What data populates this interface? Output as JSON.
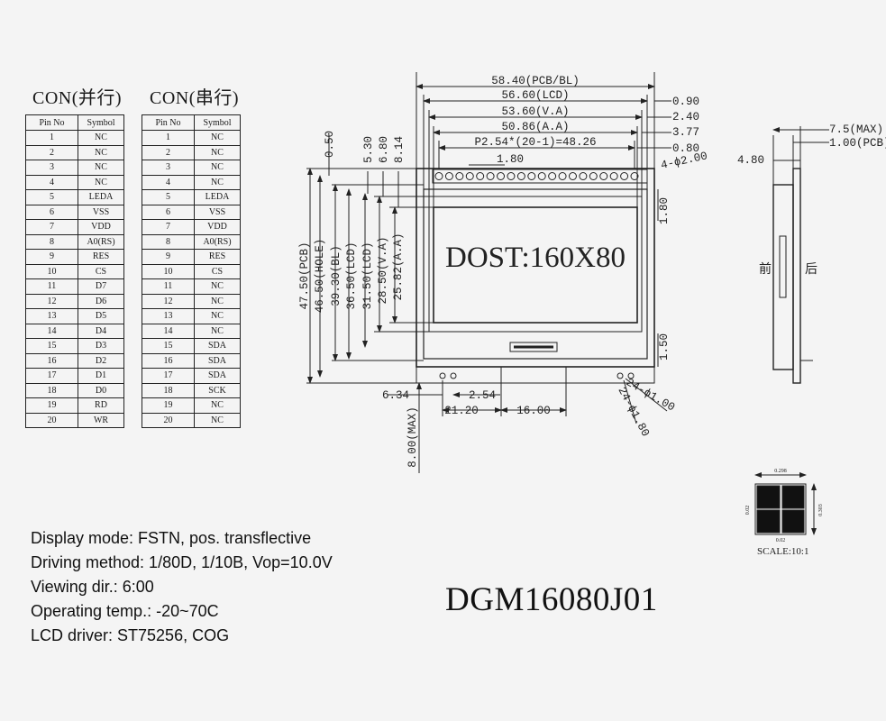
{
  "tables": [
    {
      "title": "CON(并行)",
      "headers": [
        "Pin No",
        "Symbol"
      ],
      "rows": [
        [
          "1",
          "NC"
        ],
        [
          "2",
          "NC"
        ],
        [
          "3",
          "NC"
        ],
        [
          "4",
          "NC"
        ],
        [
          "5",
          "LEDA"
        ],
        [
          "6",
          "VSS"
        ],
        [
          "7",
          "VDD"
        ],
        [
          "8",
          "A0(RS)"
        ],
        [
          "9",
          "RES"
        ],
        [
          "10",
          "CS"
        ],
        [
          "11",
          "D7"
        ],
        [
          "12",
          "D6"
        ],
        [
          "13",
          "D5"
        ],
        [
          "14",
          "D4"
        ],
        [
          "15",
          "D3"
        ],
        [
          "16",
          "D2"
        ],
        [
          "17",
          "D1"
        ],
        [
          "18",
          "D0"
        ],
        [
          "19",
          "RD"
        ],
        [
          "20",
          "WR"
        ]
      ]
    },
    {
      "title": "CON(串行)",
      "headers": [
        "Pin No",
        "Symbol"
      ],
      "rows": [
        [
          "1",
          "NC"
        ],
        [
          "2",
          "NC"
        ],
        [
          "3",
          "NC"
        ],
        [
          "4",
          "NC"
        ],
        [
          "5",
          "LEDA"
        ],
        [
          "6",
          "VSS"
        ],
        [
          "7",
          "VDD"
        ],
        [
          "8",
          "A0(RS)"
        ],
        [
          "9",
          "RES"
        ],
        [
          "10",
          "CS"
        ],
        [
          "11",
          "NC"
        ],
        [
          "12",
          "NC"
        ],
        [
          "13",
          "NC"
        ],
        [
          "14",
          "NC"
        ],
        [
          "15",
          "SDA"
        ],
        [
          "16",
          "SDA"
        ],
        [
          "17",
          "SDA"
        ],
        [
          "18",
          "SCK"
        ],
        [
          "19",
          "NC"
        ],
        [
          "20",
          "NC"
        ]
      ]
    }
  ],
  "specs": [
    "Display mode: FSTN, pos. transflective",
    "Driving method: 1/80D, 1/10B, Vop=10.0V",
    "Viewing dir.: 6:00",
    "Operating temp.: -20~70C",
    "LCD driver: ST75256, COG"
  ],
  "model": "DGM16080J01",
  "drawing": {
    "screen_text": "DOST:160X80",
    "top_dims": [
      "58.40(PCB/BL)",
      "56.60(LCD)",
      "53.60(V.A)",
      "50.86(A.A)",
      "P2.54*(20-1)=48.26",
      "1.80"
    ],
    "right_dims": [
      "0.90",
      "2.40",
      "3.77",
      "0.80",
      "1.80",
      "1.50"
    ],
    "pin_dim": "4-ϕ2.00",
    "left_dims": [
      "47.50(PCB)",
      "46.50(HOLE)",
      "39.30(BL)",
      "36.50(LCD)",
      "31.50(LCD)",
      "28.50(V.A)",
      "25.82(A.A)"
    ],
    "top_vertical_dims": [
      "0.50",
      "5.30",
      "6.80",
      "8.14"
    ],
    "bottom_dims": [
      "6.34",
      "2.54",
      "21.20",
      "16.00"
    ],
    "bottom_vertical": "8.00(MAX)",
    "hole_dims": [
      "24-ϕ1.00",
      "24-ϕ1.80"
    ],
    "side_dims": [
      "7.5(MAX)",
      "1.00(PCB)",
      "4.80"
    ],
    "side_labels": [
      "前",
      "后"
    ],
    "pixel_dims": [
      "0.298",
      "0.303",
      "0.02",
      "0.02"
    ],
    "scale": "SCALE:10:1"
  }
}
